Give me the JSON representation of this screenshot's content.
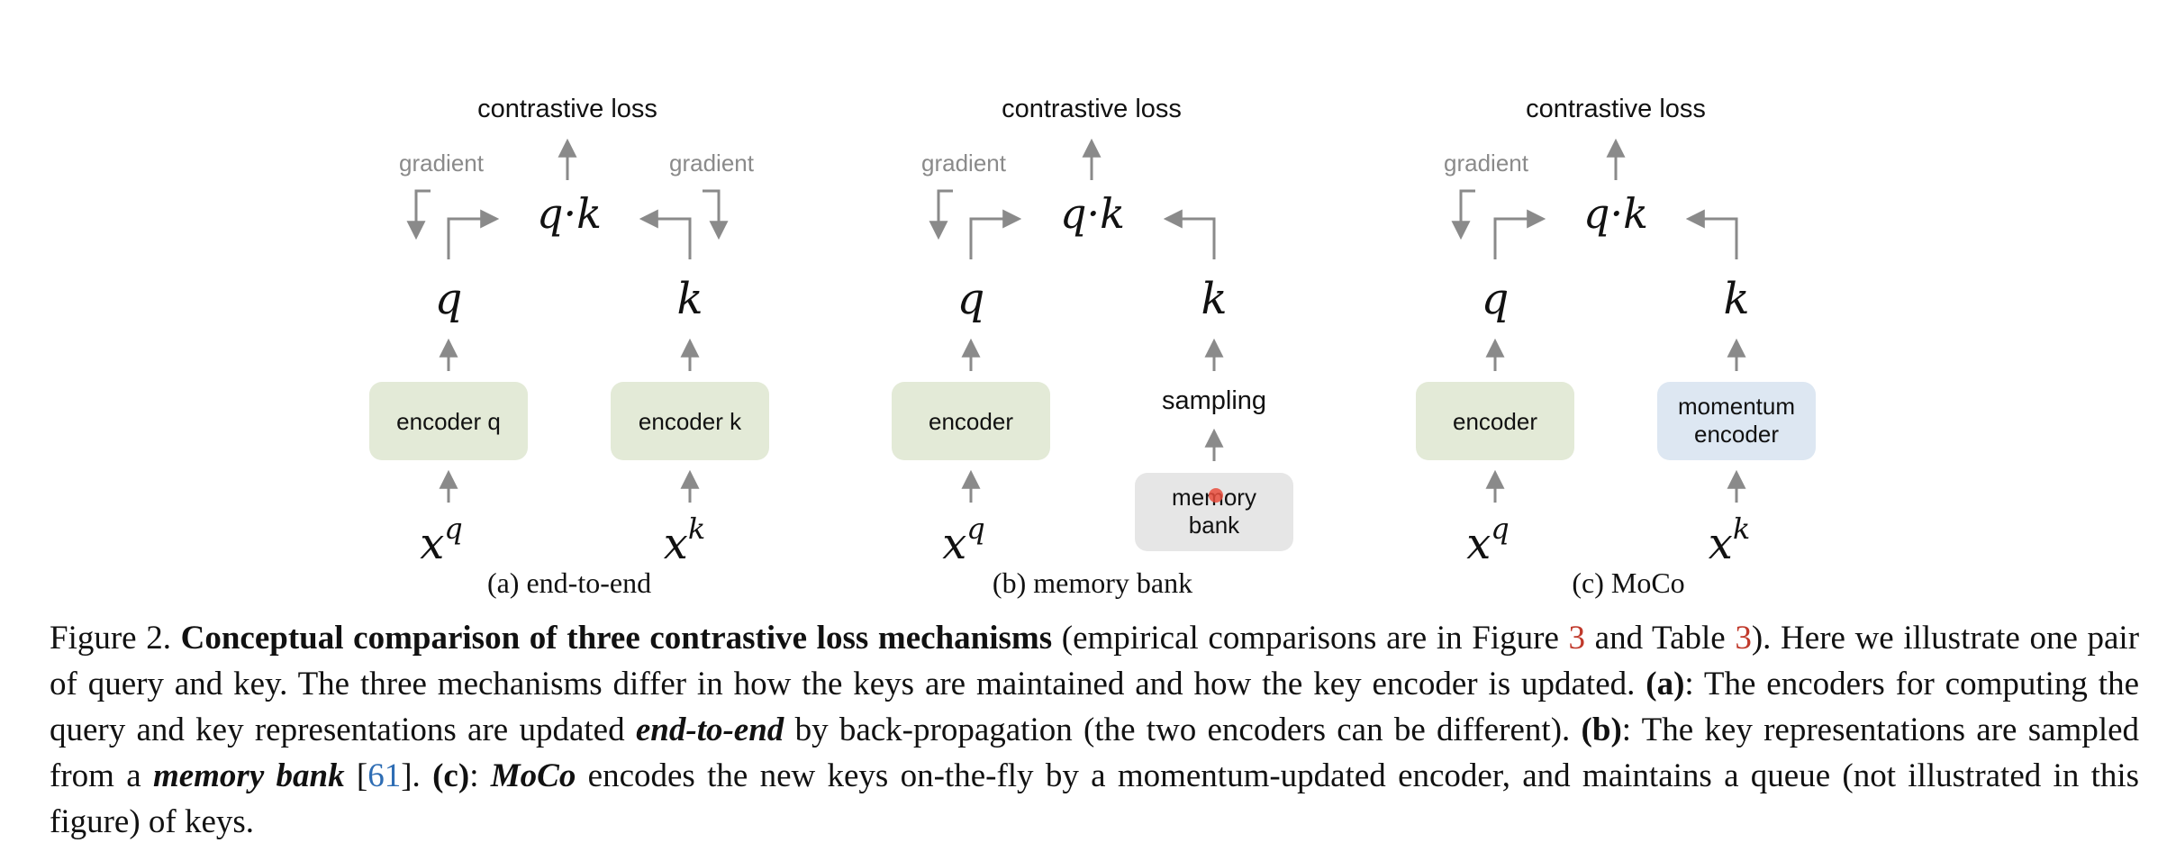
{
  "panels": [
    {
      "loss": "contrastive loss",
      "grad_left": "gradient",
      "grad_right": "gradient",
      "qk": "q·k",
      "q": "q",
      "k": "k",
      "enc_q": "encoder q",
      "enc_k": "encoder k",
      "x_q": "x",
      "x_q_sup": "q",
      "x_k": "x",
      "x_k_sup": "k",
      "caption": "(a) end-to-end"
    },
    {
      "loss": "contrastive loss",
      "grad_left": "gradient",
      "qk": "q·k",
      "q": "q",
      "k": "k",
      "enc_q": "encoder",
      "sampling": "sampling",
      "memory_line1": "memory",
      "memory_line2": "bank",
      "x_q": "x",
      "x_q_sup": "q",
      "caption": "(b) memory bank"
    },
    {
      "loss": "contrastive loss",
      "grad_left": "gradient",
      "qk": "q·k",
      "q": "q",
      "k": "k",
      "enc_q": "encoder",
      "enc_k_line1": "momentum",
      "enc_k_line2": "encoder",
      "x_q": "x",
      "x_q_sup": "q",
      "x_k": "x",
      "x_k_sup": "k",
      "caption": "(c) MoCo"
    }
  ],
  "colors": {
    "encoder_green": "#e3ead7",
    "encoder_blue": "#dde7f2",
    "memory_gray": "#e6e6e6",
    "arrow_gray": "#8a8a8a",
    "ref_red": "#c0392b",
    "cite_blue": "#2e6db4"
  },
  "caption": {
    "figure_label": "Figure 2.",
    "title_bold": "Conceptual comparison of three contrastive loss mechanisms",
    "t1": "(empirical comparisons are in Figure",
    "fig_ref": "3",
    "t2": "and Table",
    "table_ref": "3",
    "t3": "). Here we illustrate one pair of query and key. The three mechanisms differ in how the keys are maintained and how the key encoder is updated.",
    "a_label": "(a)",
    "t4": ": The encoders for computing the query and key representations are updated",
    "a_em": "end-to-end",
    "t5": "by back-propagation (the two encoders can be different).",
    "b_label": "(b)",
    "t6": ": The key representations are sampled from a",
    "b_em": "memory bank",
    "t7": "[",
    "cite": "61",
    "t8": "].",
    "c_label": "(c)",
    "t9": ":",
    "c_em": "MoCo",
    "t10": "encodes the new keys on-the-fly by a momentum-updated encoder, and maintains a queue (not illustrated in this figure) of keys."
  }
}
